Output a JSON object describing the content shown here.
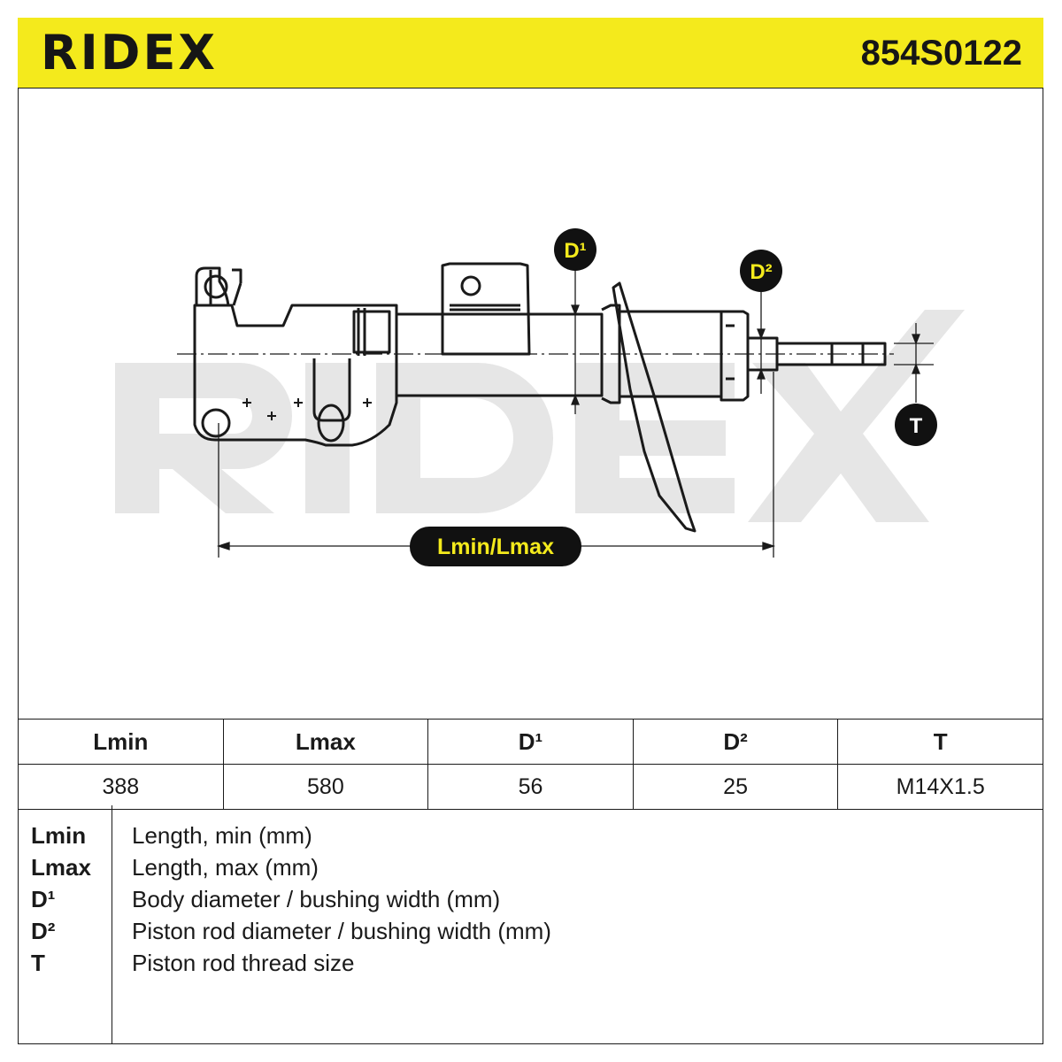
{
  "header": {
    "brand": "RIDEX",
    "part_number": "854S0122"
  },
  "drawing": {
    "callouts": {
      "d1": "D¹",
      "d2": "D²",
      "t": "T",
      "length": "Lmin/Lmax"
    },
    "colors": {
      "accent": "#f4ea1c",
      "callout_bg": "#111111",
      "watermark": "#e6e6e6"
    }
  },
  "spec_table": {
    "headers": [
      "Lmin",
      "Lmax",
      "D¹",
      "D²",
      "T"
    ],
    "values": [
      "388",
      "580",
      "56",
      "25",
      "M14X1.5"
    ]
  },
  "legend": [
    {
      "key": "Lmin",
      "desc": "Length, min (mm)"
    },
    {
      "key": "Lmax",
      "desc": "Length, max (mm)"
    },
    {
      "key": "D¹",
      "desc": "Body diameter / bushing width (mm)"
    },
    {
      "key": "D²",
      "desc": "Piston rod diameter / bushing width (mm)"
    },
    {
      "key": "T",
      "desc": "Piston rod thread size"
    }
  ]
}
